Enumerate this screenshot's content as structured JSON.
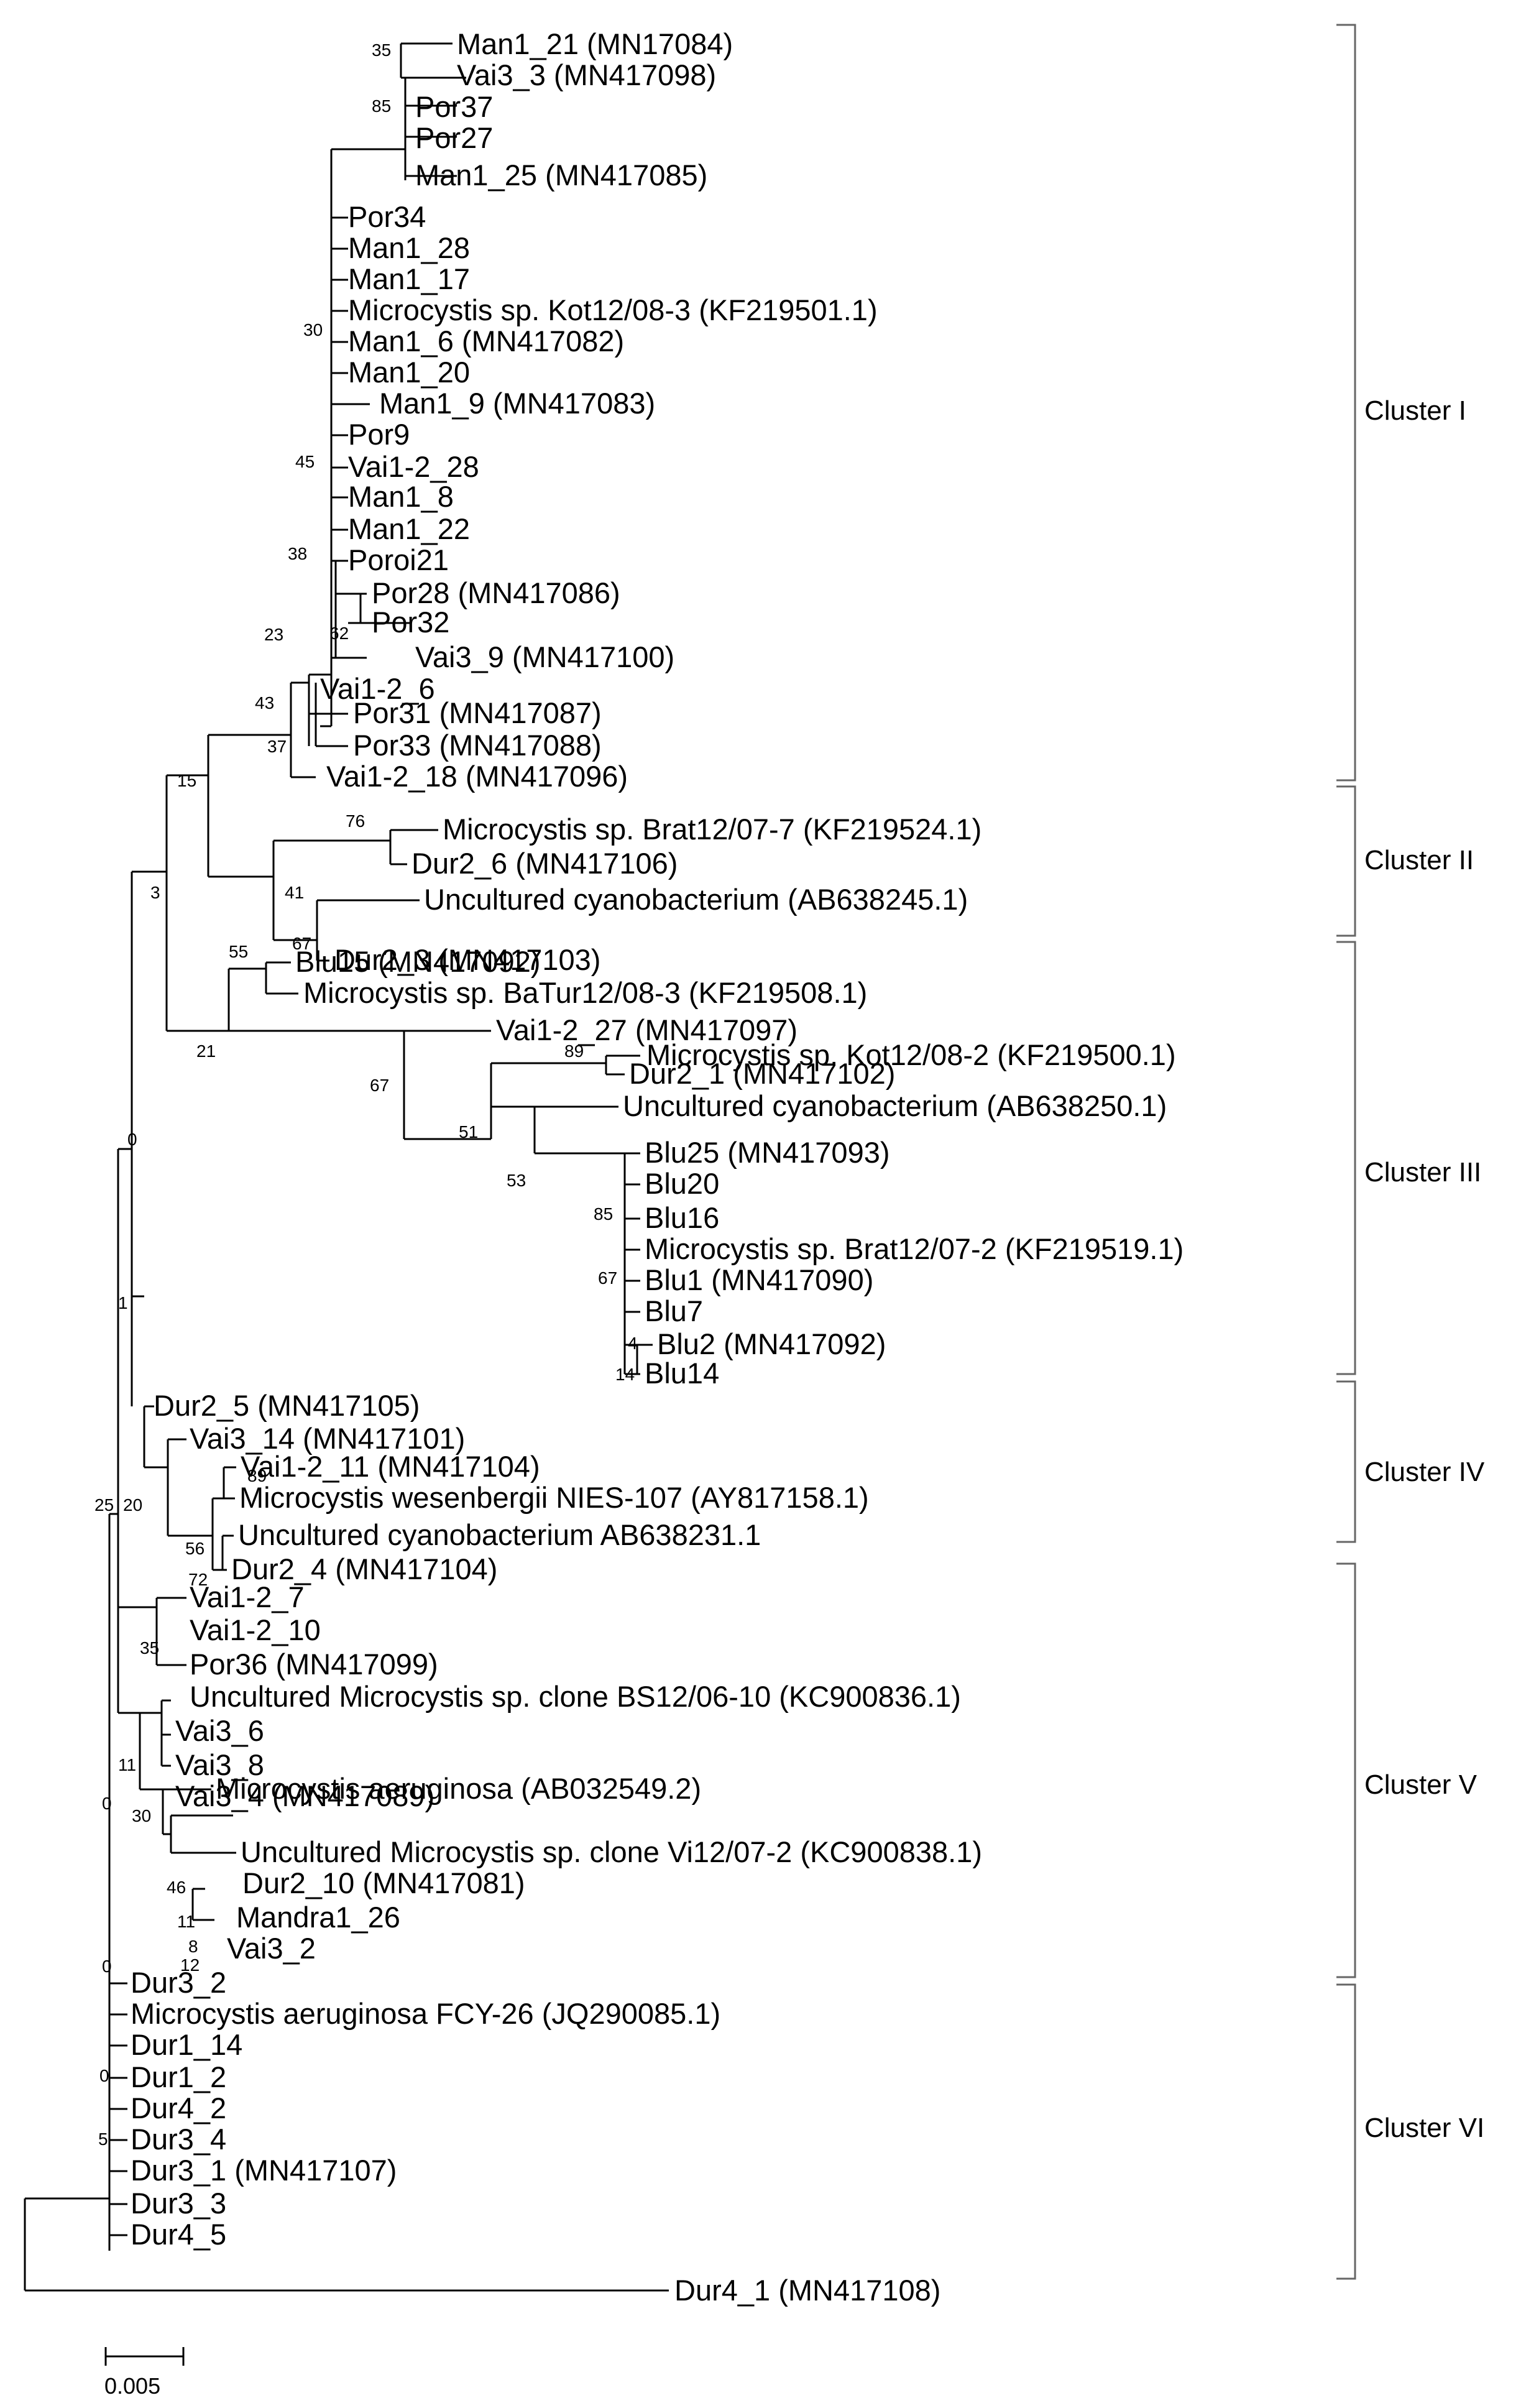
{
  "tree": {
    "leaves": [
      {
        "id": "L1",
        "label": "Man1_21 (MN17084)"
      },
      {
        "id": "L2",
        "label": "Vai3_3 (MN417098)"
      },
      {
        "id": "L3",
        "label": "Por37"
      },
      {
        "id": "L4",
        "label": "Por27"
      },
      {
        "id": "L5",
        "label": "Man1_25 (MN417085)"
      },
      {
        "id": "L6",
        "label": "Por34"
      },
      {
        "id": "L7",
        "label": "Man1_28"
      },
      {
        "id": "L8",
        "label": "Man1_17"
      },
      {
        "id": "L9",
        "label": "Microcystis sp. Kot12/08-3 (KF219501.1)"
      },
      {
        "id": "L10",
        "label": "Man1_6 (MN417082)"
      },
      {
        "id": "L11",
        "label": "Man1_20"
      },
      {
        "id": "L12",
        "label": "Man1_9 (MN417083)"
      },
      {
        "id": "L13",
        "label": "Por9"
      },
      {
        "id": "L14",
        "label": "Vai1-2_28"
      },
      {
        "id": "L15",
        "label": "Man1_8"
      },
      {
        "id": "L16",
        "label": "Man1_22"
      },
      {
        "id": "L17",
        "label": "Poroi21"
      },
      {
        "id": "L18",
        "label": "Por28 (MN417086)"
      },
      {
        "id": "L19",
        "label": "Por32"
      },
      {
        "id": "L20",
        "label": "Vai3_9 (MN417100)"
      },
      {
        "id": "L21",
        "label": "Vai1-2_6"
      },
      {
        "id": "L22",
        "label": "Por31 (MN417087)"
      },
      {
        "id": "L23",
        "label": "Por33 (MN417088)"
      },
      {
        "id": "L24",
        "label": "Vai1-2_18 (MN417096)"
      },
      {
        "id": "L25",
        "label": "Microcystis sp. Brat12/07-7 (KF219524.1)"
      },
      {
        "id": "L26",
        "label": "Dur2_6 (MN417106)"
      },
      {
        "id": "L27",
        "label": "Uncultured cyanobacterium (AB638245.1)"
      },
      {
        "id": "L28",
        "label": "Dur2_3 (MN417103)"
      },
      {
        "id": "L29",
        "label": "Blu15 (MN417092)"
      },
      {
        "id": "L30",
        "label": "Microcystis sp. BaTur12/08-3 (KF219508.1)"
      },
      {
        "id": "L31",
        "label": "Vai1-2_27 (MN417097)"
      },
      {
        "id": "L32",
        "label": "Microcystis sp. Kot12/08-2 (KF219500.1)"
      },
      {
        "id": "L33",
        "label": "Dur2_1 (MN417102)"
      },
      {
        "id": "L34",
        "label": "Uncultured cyanobacterium (AB638250.1)"
      },
      {
        "id": "L35",
        "label": "Blu25 (MN417093)"
      },
      {
        "id": "L36",
        "label": "Blu20"
      },
      {
        "id": "L37",
        "label": "Blu16"
      },
      {
        "id": "L38",
        "label": "Microcystis sp. Brat12/07-2 (KF219519.1)"
      },
      {
        "id": "L39",
        "label": "Blu1 (MN417090)"
      },
      {
        "id": "L40",
        "label": "Blu7"
      },
      {
        "id": "L41",
        "label": "Blu2 (MN417092)"
      },
      {
        "id": "L42",
        "label": "Blu14"
      },
      {
        "id": "L43",
        "label": "Dur2_5 (MN417105)"
      },
      {
        "id": "L44",
        "label": "Vai3_14 (MN417101)"
      },
      {
        "id": "L45",
        "label": "Vai1-2_11 (MN417104)"
      },
      {
        "id": "L46",
        "label": "Microcystis wesenbergii NIES-107 (AY817158.1)"
      },
      {
        "id": "L47",
        "label": "Uncultured cyanobacterium AB638231.1"
      },
      {
        "id": "L48",
        "label": "Dur2_4 (MN417104)"
      },
      {
        "id": "L49",
        "label": "Vai1-2_7"
      },
      {
        "id": "L50",
        "label": "Vai1-2_10"
      },
      {
        "id": "L51",
        "label": "Por36 (MN417099)"
      },
      {
        "id": "L52",
        "label": "Uncultured Microcystis sp. clone BS12/06-10 (KC900836.1)"
      },
      {
        "id": "L53",
        "label": "Vai3_6"
      },
      {
        "id": "L54",
        "label": "Vai3_8"
      },
      {
        "id": "L55",
        "label": "Vai3_4 (MN417089)"
      },
      {
        "id": "L56",
        "label": "Microcystis aeruginosa (AB032549.2)"
      },
      {
        "id": "L57",
        "label": "Uncultured Microcystis sp. clone Vi12/07-2 (KC900838.1)"
      },
      {
        "id": "L58",
        "label": "Dur2_10 (MN417081)"
      },
      {
        "id": "L59",
        "label": "Mandra1_26"
      },
      {
        "id": "L60",
        "label": "Vai3_2"
      },
      {
        "id": "L61",
        "label": "Dur3_2"
      },
      {
        "id": "L62",
        "label": "Microcystis aeruginosa FCY-26 (JQ290085.1)"
      },
      {
        "id": "L63",
        "label": "Dur1_14"
      },
      {
        "id": "L64",
        "label": "Dur1_2"
      },
      {
        "id": "L65",
        "label": "Dur4_2"
      },
      {
        "id": "L66",
        "label": "Dur3_4"
      },
      {
        "id": "L67",
        "label": "Dur3_1 (MN417107)"
      },
      {
        "id": "L68",
        "label": "Dur3_3"
      },
      {
        "id": "L69",
        "label": "Dur4_5"
      },
      {
        "id": "L70",
        "label": "Dur4_1 (MN417108)"
      }
    ],
    "bootstrap": [
      {
        "id": "B1",
        "value": "35"
      },
      {
        "id": "B2",
        "value": "85"
      },
      {
        "id": "B3",
        "value": "30"
      },
      {
        "id": "B4",
        "value": "45"
      },
      {
        "id": "B5",
        "value": "38"
      },
      {
        "id": "B6",
        "value": "62"
      },
      {
        "id": "B7",
        "value": "23"
      },
      {
        "id": "B8",
        "value": "43"
      },
      {
        "id": "B9",
        "value": "37"
      },
      {
        "id": "B10",
        "value": "15"
      },
      {
        "id": "B11",
        "value": "76"
      },
      {
        "id": "B12",
        "value": "41"
      },
      {
        "id": "B13",
        "value": "67"
      },
      {
        "id": "B14",
        "value": "3"
      },
      {
        "id": "B15",
        "value": "55"
      },
      {
        "id": "B16",
        "value": "21"
      },
      {
        "id": "B17",
        "value": "67"
      },
      {
        "id": "B18",
        "value": "89"
      },
      {
        "id": "B19",
        "value": "51"
      },
      {
        "id": "B20",
        "value": "53"
      },
      {
        "id": "B21",
        "value": "85"
      },
      {
        "id": "B22",
        "value": "67"
      },
      {
        "id": "B23",
        "value": "4"
      },
      {
        "id": "B24",
        "value": "14"
      },
      {
        "id": "B25",
        "value": "0"
      },
      {
        "id": "B26",
        "value": "1"
      },
      {
        "id": "B27",
        "value": "89"
      },
      {
        "id": "B28",
        "value": "25"
      },
      {
        "id": "B29",
        "value": "20"
      },
      {
        "id": "B30",
        "value": "56"
      },
      {
        "id": "B31",
        "value": "72"
      },
      {
        "id": "B32",
        "value": "35"
      },
      {
        "id": "B33",
        "value": "11"
      },
      {
        "id": "B34",
        "value": "0"
      },
      {
        "id": "B35",
        "value": "30"
      },
      {
        "id": "B36",
        "value": "46"
      },
      {
        "id": "B37",
        "value": "11"
      },
      {
        "id": "B38",
        "value": "8"
      },
      {
        "id": "B39",
        "value": "12"
      },
      {
        "id": "B40",
        "value": "0"
      },
      {
        "id": "B41",
        "value": "0"
      },
      {
        "id": "B42",
        "value": "5"
      }
    ],
    "clusters": [
      {
        "id": "C1",
        "label": "Cluster I"
      },
      {
        "id": "C2",
        "label": "Cluster II"
      },
      {
        "id": "C3",
        "label": "Cluster III"
      },
      {
        "id": "C4",
        "label": "Cluster IV"
      },
      {
        "id": "C5",
        "label": "Cluster V"
      },
      {
        "id": "C6",
        "label": "Cluster VI"
      }
    ],
    "scale_bar": {
      "label": "0.005"
    }
  }
}
